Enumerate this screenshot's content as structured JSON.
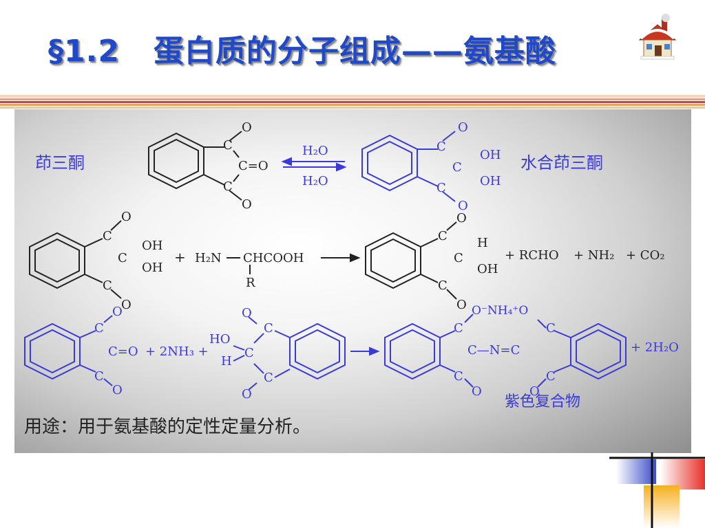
{
  "slide": {
    "section": "§1.2",
    "title": "蛋白质的分子组成——氨基酸"
  },
  "figure": {
    "label_ninhydrin": "茚三酮",
    "label_hydrated": "水合茚三酮",
    "label_purple": "紫色复合物",
    "usage": "用途：用于氨基酸的定性定量分析。",
    "h2o": "H₂O",
    "oh": "OH",
    "h": "H",
    "ho": "HO",
    "c": "C",
    "o": "O",
    "co_o": "C=O",
    "n": "N",
    "plus": "+",
    "amine": "H₂N",
    "chcooh": "CHCOOH",
    "r": "R",
    "rcho": "+ RCHO",
    "nh2": "+ NH₂",
    "co2": "+ CO₂",
    "nh3": "+ 2NH₃ +",
    "water2": "+ 2H₂O",
    "ammonium": "O⁻NH₄⁺O",
    "link": "C—N=C"
  },
  "colors": {
    "title": "#1f49c8",
    "blue_ink": "#3a3ad8",
    "black_ink": "#222222",
    "stripe_red": "#e03a2a",
    "stripe_orange": "#f2a23a"
  }
}
